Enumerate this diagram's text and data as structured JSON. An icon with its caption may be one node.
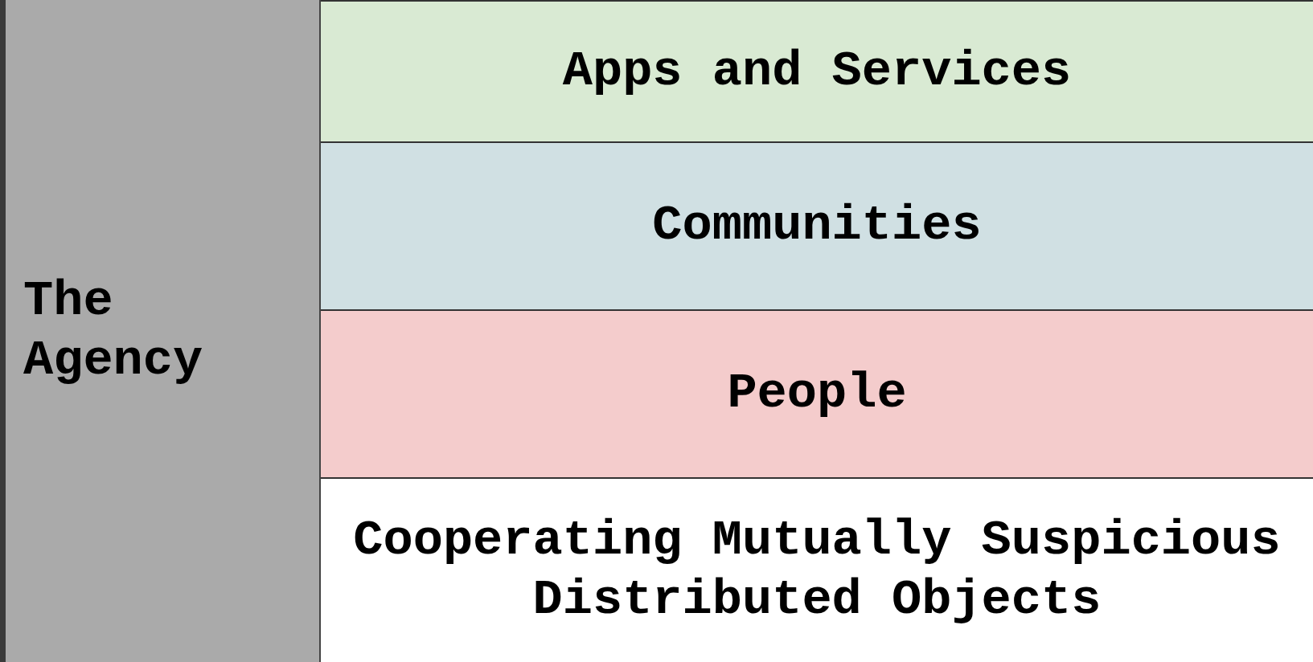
{
  "diagram": {
    "nodes": [
      {
        "text": [
          "The Agency"
        ]
      },
      {
        "text": [
          "Apps and Services"
        ]
      },
      {
        "text": [
          "Communities"
        ]
      },
      {
        "text": [
          "People"
        ]
      },
      {
        "text": [
          "Cooperating Mutually Suspicious Distributed Objects"
        ]
      }
    ]
  }
}
